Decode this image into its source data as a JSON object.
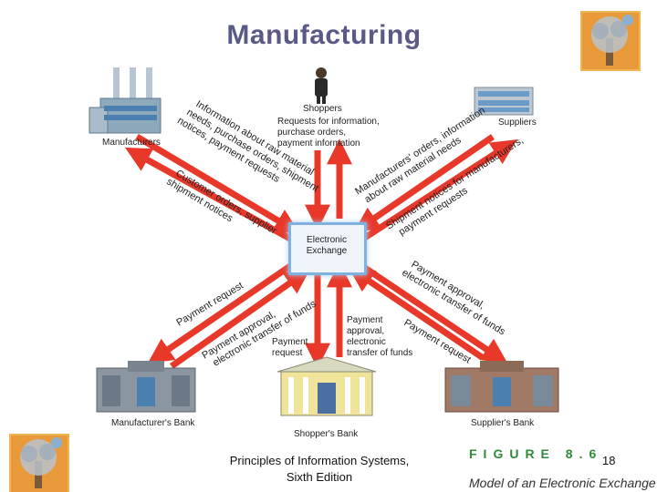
{
  "title": "Manufacturing",
  "hub": {
    "label": "Electronic Exchange"
  },
  "nodes": {
    "manufacturers": "Manufacturers",
    "shoppers": "Shoppers",
    "suppliers": "Suppliers",
    "manufacturers_bank": "Manufacturer's Bank",
    "shoppers_bank": "Shopper's Bank",
    "suppliers_bank": "Supplier's Bank"
  },
  "flows": {
    "manufacturers_to_exchange": [
      "Information about raw material",
      "needs, purchase orders, shipment",
      "notices, payment requests"
    ],
    "exchange_to_manufacturers": [
      "Customer orders, supplier",
      "shipment notices"
    ],
    "shoppers_to_exchange": [
      "Requests for information,",
      "purchase orders,",
      "payment information"
    ],
    "suppliers_to_exchange": [
      "Manufacturers' orders, information",
      "about raw material needs"
    ],
    "exchange_to_suppliers": [
      "Shipment notices for manufacturers,",
      "payment requests"
    ],
    "exchange_to_mfr_bank": [
      "Payment request"
    ],
    "mfr_bank_to_exchange": [
      "Payment approval,",
      "electronic transfer of funds"
    ],
    "exchange_to_shopper_bank": [
      "Payment",
      "request"
    ],
    "shopper_bank_to_exchange": [
      "Payment",
      "approval,",
      "electronic",
      "transfer of funds"
    ],
    "supplier_bank_to_exchange": [
      "Payment approval,",
      "electronic transfer of funds"
    ],
    "exchange_to_supplier_bank": [
      "Payment request"
    ]
  },
  "footer": {
    "line1": "Principles of Information Systems,",
    "line2": "Sixth Edition",
    "page": "18"
  },
  "figure": {
    "label": "FIGURE 8.6",
    "caption": "Model of an Electronic Exchange"
  },
  "colors": {
    "arrow": "#e8382a",
    "title": "#5a5a86",
    "hub_border": "#7fb2de",
    "figure_label": "#2f8a3a"
  },
  "icons": [
    "tree-logo-icon",
    "factory-icon",
    "shopper-icon",
    "supplier-building-icon",
    "bank-icon"
  ]
}
